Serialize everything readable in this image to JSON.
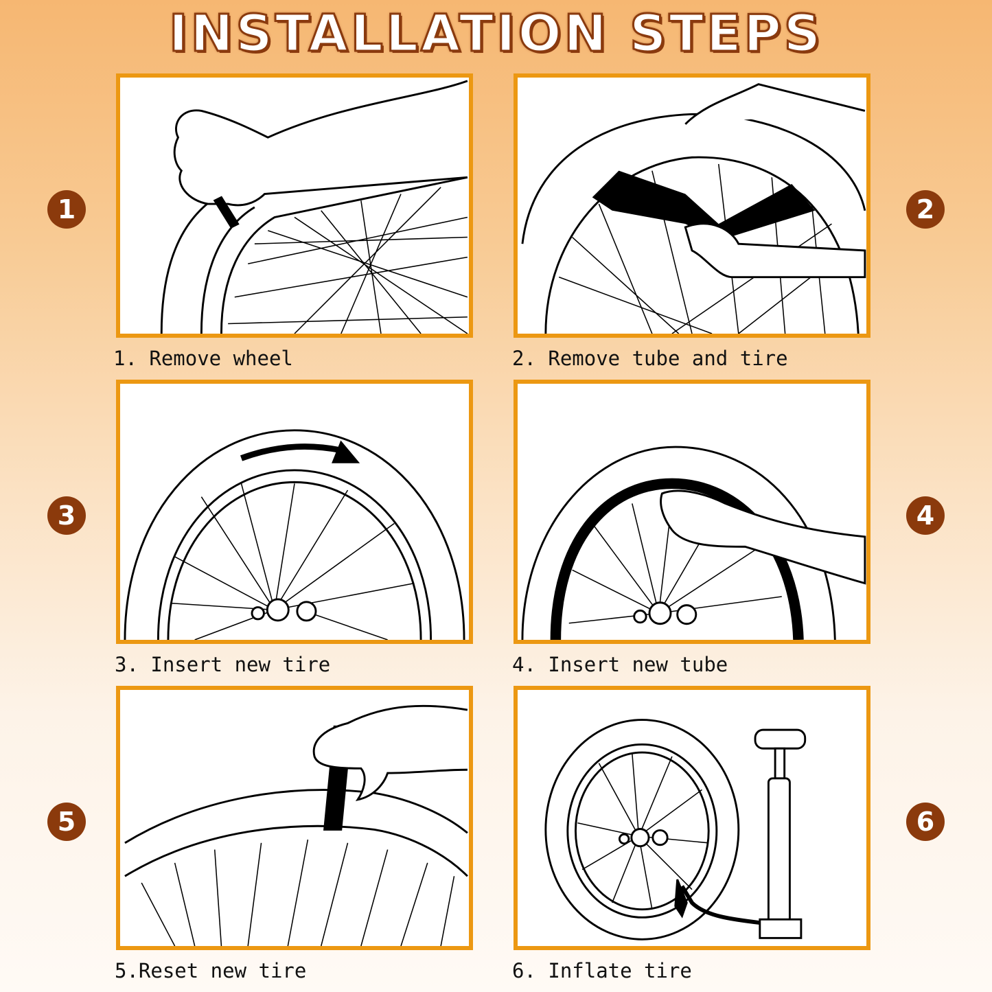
{
  "title": "INSTALLATION STEPS",
  "colors": {
    "frame": "#ec9812",
    "badge": "#8b3a0c",
    "title_outline": "#8a3a0e"
  },
  "steps": [
    {
      "number": "1",
      "caption": "1. Remove wheel"
    },
    {
      "number": "2",
      "caption": "2. Remove tube and tire"
    },
    {
      "number": "3",
      "caption": "3. Insert new tire"
    },
    {
      "number": "4",
      "caption": "4. Insert new tube"
    },
    {
      "number": "5",
      "caption": "5.Reset new tire"
    },
    {
      "number": "6",
      "caption": "6. Inflate tire"
    }
  ]
}
